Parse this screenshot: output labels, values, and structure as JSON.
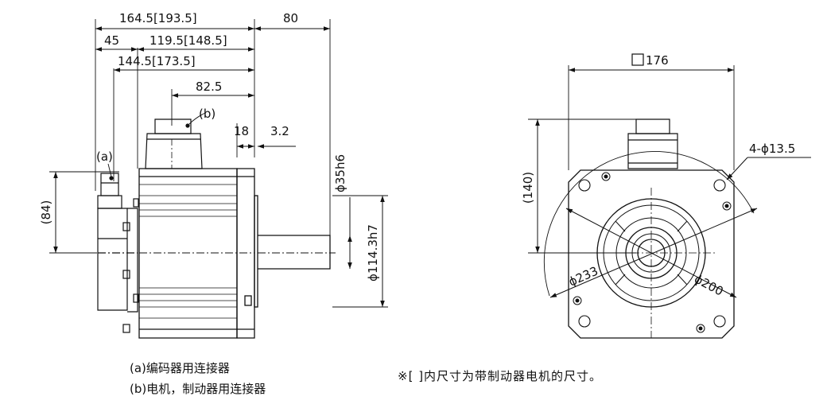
{
  "side_view": {
    "dims": {
      "total_length": "164.5[193.5]",
      "shaft_length": "80",
      "encoder_offset": "45",
      "body_length": "119.5[148.5]",
      "flange_to_rear": "144.5[173.5]",
      "brake_connector_pos": "82.5",
      "flange_thickness": "18",
      "spigot_depth": "3.2",
      "encoder_height": "(84)",
      "shaft_dia": "ϕ35h6",
      "spigot_dia": "ϕ114.3h7"
    },
    "callouts": {
      "a": "(a)",
      "b": "(b)"
    }
  },
  "front_view": {
    "dims": {
      "square": "176",
      "connector_height": "(140)",
      "mounting_holes": "4-ϕ13.5",
      "pcd": "ϕ200",
      "outer_dia": "ϕ233"
    }
  },
  "legend": {
    "a": "(a)编码器用连接器",
    "b": "(b)电机，制动器用连接器"
  },
  "footnote": "※[ ]内尺寸为带制动器电机的尺寸。",
  "colors": {
    "line": "#111111",
    "background": "#ffffff"
  }
}
